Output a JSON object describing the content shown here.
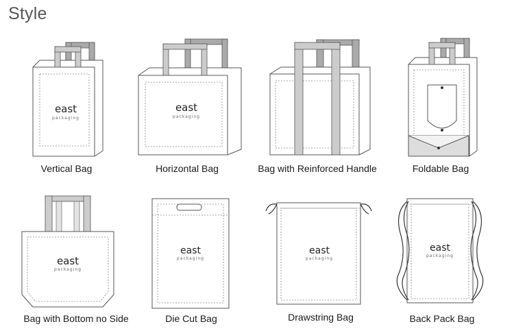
{
  "header": {
    "title": "Style"
  },
  "brand": {
    "name": "east",
    "sub": "packaging"
  },
  "bags": [
    {
      "label": "Vertical Bag"
    },
    {
      "label": "Horizontal Bag"
    },
    {
      "label": "Bag with Reinforced Handle"
    },
    {
      "label": "Foldable Bag"
    },
    {
      "label": "Bag with Bottom no Side"
    },
    {
      "label": "Die Cut Bag"
    },
    {
      "label": "Drawstring Bag"
    },
    {
      "label": "Back Pack Bag"
    }
  ],
  "colors": {
    "outline": "#555555",
    "handle": "#c8c8c8",
    "handle_dark": "#a8a8a8",
    "stitch": "#888888"
  }
}
